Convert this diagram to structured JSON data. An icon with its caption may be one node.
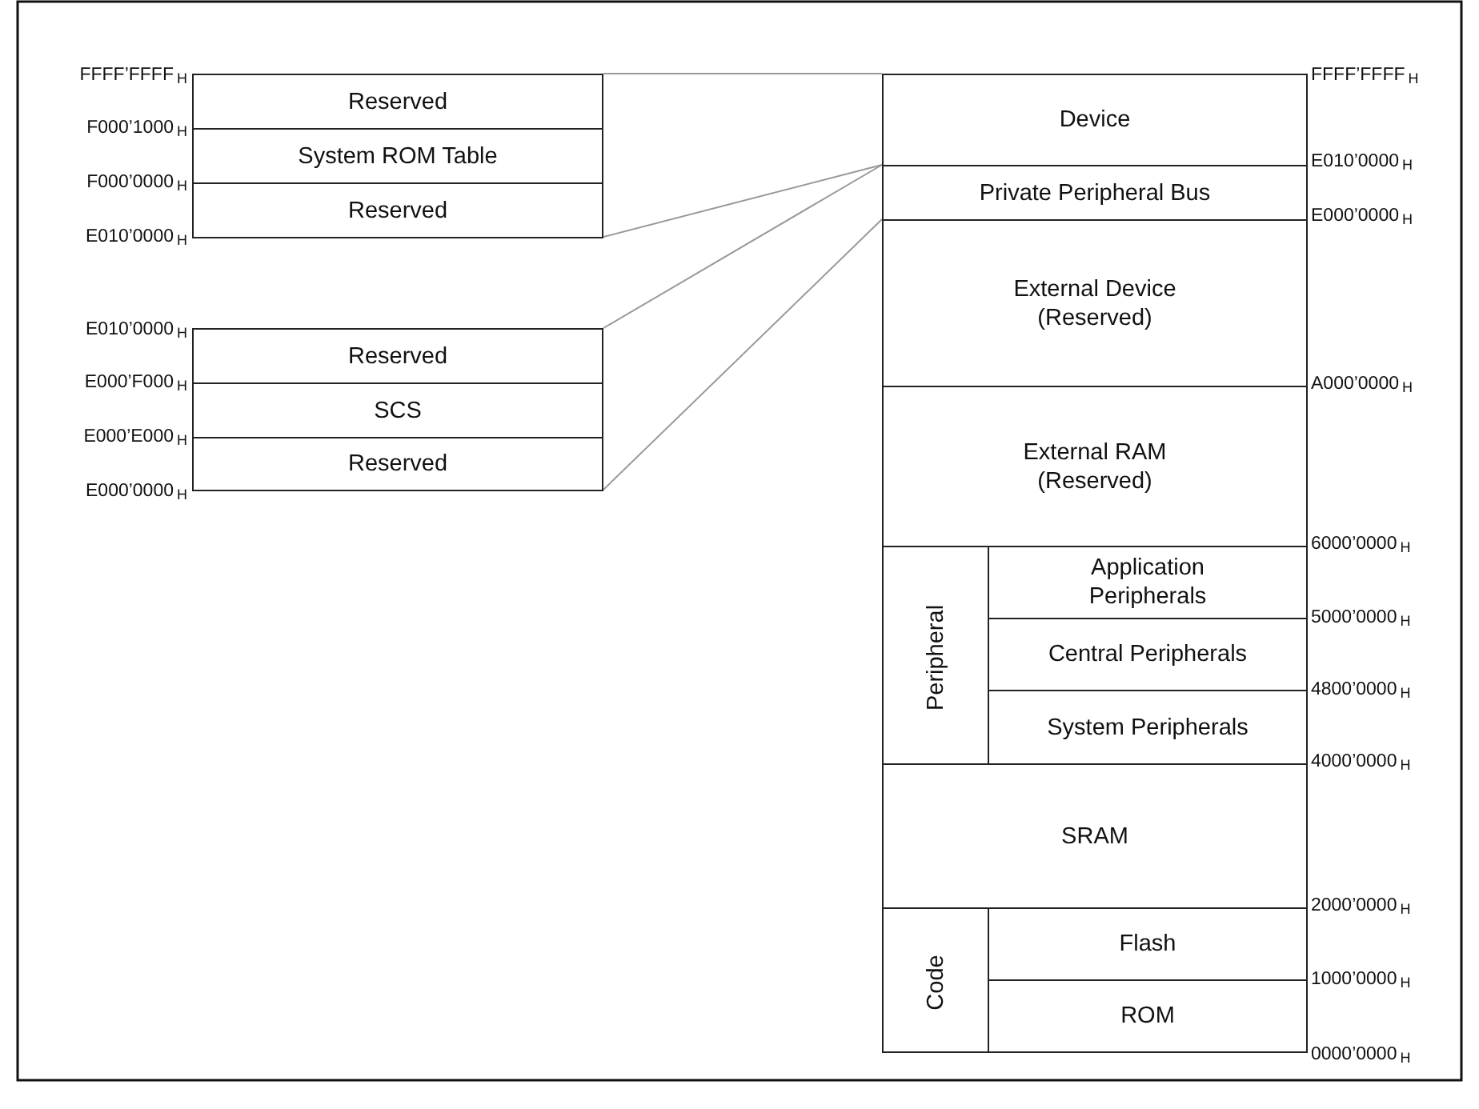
{
  "diagram": {
    "nodes": [
      {
        "text": [],
        "shape": "box"
      },
      {
        "text": [
          "Reserved"
        ],
        "in": 0
      },
      {
        "text": [
          "System ROM Table"
        ],
        "in": 0
      },
      {
        "text": [
          "Reserved"
        ],
        "in": 0
      },
      {
        "text": [],
        "shape": "box"
      },
      {
        "text": [
          "Reserved"
        ],
        "in": 4
      },
      {
        "text": [
          "SCS"
        ],
        "in": 4
      },
      {
        "text": [
          "Reserved"
        ],
        "in": 4
      },
      {
        "text": [
          "Device"
        ]
      },
      {
        "text": [
          "Private Peripheral Bus"
        ]
      },
      {
        "text": [
          "External Device (Reserved)"
        ]
      },
      {
        "text": [
          "External RAM (Reserved)"
        ]
      },
      {
        "text": [
          "Peripheral"
        ]
      },
      {
        "text": [
          "Application Peripherals"
        ],
        "in": 12
      },
      {
        "text": [
          "Central Peripherals"
        ],
        "in": 12
      },
      {
        "text": [
          "System Peripherals"
        ],
        "in": 12
      },
      {
        "text": [
          "SRAM"
        ]
      },
      {
        "text": [
          "Code"
        ]
      },
      {
        "text": [
          "Flash"
        ],
        "in": 17
      },
      {
        "text": [
          "ROM"
        ],
        "in": 17
      }
    ],
    "edges": [
      {
        "from": 0,
        "to": 8,
        "arrow": "none"
      },
      {
        "from": 0,
        "to": 8,
        "arrow": "none"
      },
      {
        "from": 4,
        "to": 9,
        "arrow": "none"
      },
      {
        "from": 4,
        "to": 9,
        "arrow": "none"
      }
    ],
    "labels": [
      "FFFF’FFFF$_{H}$",
      "F000’1000$_{H}$",
      "F000’0000$_{H}$",
      "E010’0000$_{H}$",
      "E010’0000$_{H}$",
      "E000’F000$_{H}$",
      "E000’E000$_{H}$",
      "E000’0000$_{H}$",
      "FFFF’FFFF$_{H}$",
      "E010’0000$_{H}$",
      "E000’0000$_{H}$",
      "A000’0000$_{H}$",
      "6000’0000$_{H}$",
      "5000’0000$_{H}$",
      "4800’0000$_{H}$",
      "4000’0000$_{H}$",
      "2000’0000$_{H}$",
      "1000’0000$_{H}$",
      "0000’0000$_{H}$"
    ]
  }
}
